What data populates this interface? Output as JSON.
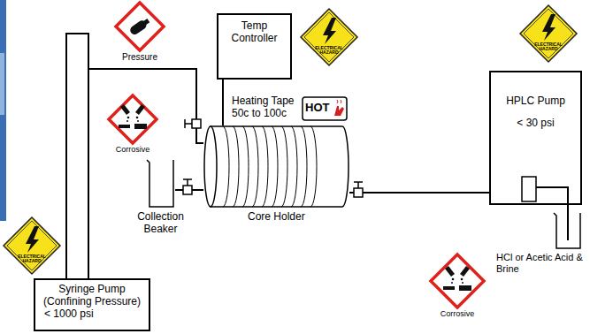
{
  "diagram": {
    "nodes": [
      {
        "text": [
          "Syringe Pump (Confining Pressure)",
          "< 1000 psi"
        ]
      },
      {
        "text": [
          "Temp Controller"
        ]
      },
      {
        "text": [
          "Core Holder"
        ]
      },
      {
        "text": [
          "Collection Beaker"
        ]
      },
      {
        "text": [
          "HPLC Pump",
          "< 30 psi"
        ]
      },
      {
        "text": [
          "HCl or Acetic Acid & Brine"
        ]
      }
    ],
    "edges": [
      {
        "from": 0,
        "to": 2,
        "arrow": "none"
      },
      {
        "from": 1,
        "to": 2,
        "arrow": "none"
      },
      {
        "from": 2,
        "to": 3,
        "arrow": "none"
      },
      {
        "from": 4,
        "to": 2,
        "arrow": "none"
      },
      {
        "from": 4,
        "to": 5,
        "arrow": "none"
      }
    ],
    "labels": [
      "Pressure",
      "ELECTRICAL HAZARD",
      "ELECTRICAL HAZARD",
      "Corrosive",
      "Heating Tape 50c to 100c",
      "HOT",
      "ELECTRICAL HAZARD",
      "Corrosive"
    ]
  }
}
